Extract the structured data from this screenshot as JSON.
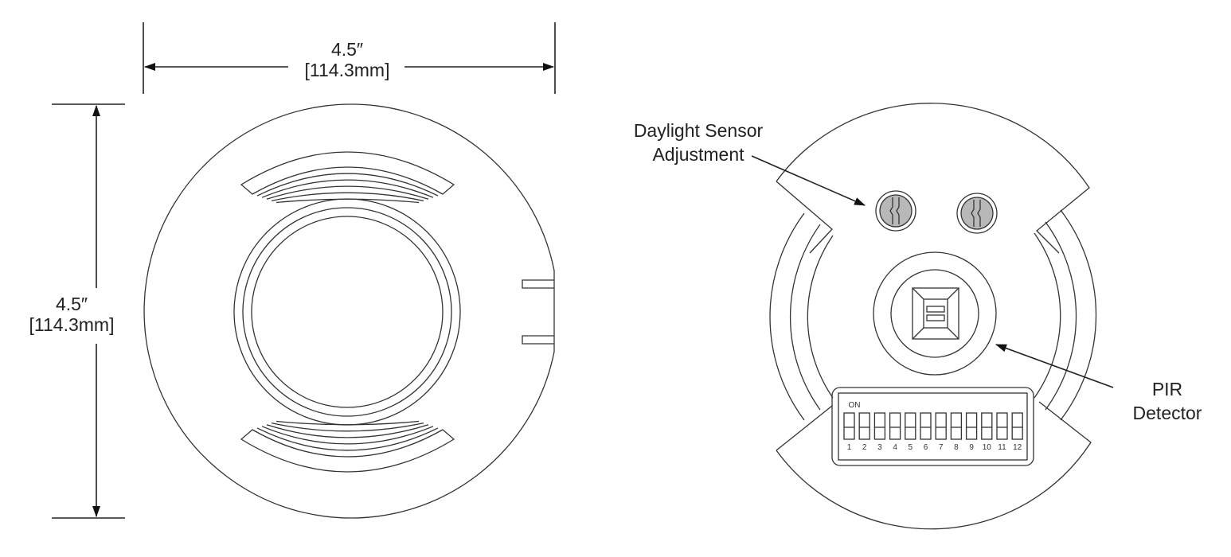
{
  "dimensions": {
    "width_in": "4.5″",
    "width_mm": "[114.3mm]",
    "height_in": "4.5″",
    "height_mm": "[114.3mm]"
  },
  "callouts": {
    "daylight_line1": "Daylight Sensor",
    "daylight_line2": "Adjustment",
    "pir_line1": "PIR",
    "pir_line2": "Detector"
  },
  "dip_switch": {
    "on_label": "ON",
    "numbers": [
      "1",
      "2",
      "3",
      "4",
      "5",
      "6",
      "7",
      "8",
      "9",
      "10",
      "11",
      "12"
    ]
  }
}
